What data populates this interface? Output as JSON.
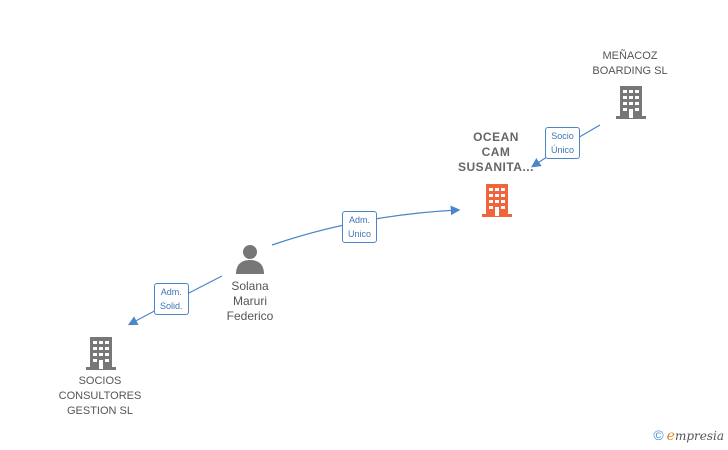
{
  "colors": {
    "edge": "#4a86c8",
    "company": "#777777",
    "main_company": "#f0643c",
    "person": "#777777"
  },
  "nodes": {
    "meñacoz": {
      "lines": [
        "MEÑACOZ",
        "BOARDING  SL"
      ],
      "icon": "building-icon"
    },
    "ocean": {
      "lines": [
        "OCEAN",
        "CAM",
        "SUSANITA..."
      ],
      "icon": "building-icon"
    },
    "solana": {
      "lines": [
        "Solana",
        "Maruri",
        "Federico"
      ],
      "icon": "person-icon"
    },
    "socios": {
      "lines": [
        "SOCIOS",
        "CONSULTORES",
        "GESTION SL"
      ],
      "icon": "building-icon"
    }
  },
  "edges": {
    "socio_unico": {
      "lines": [
        "Socio",
        "Único"
      ]
    },
    "adm_unico": {
      "lines": [
        "Adm.",
        "Unico"
      ]
    },
    "adm_solid": {
      "lines": [
        "Adm.",
        "Solid."
      ]
    }
  },
  "brand": {
    "copyright": "©",
    "e": "e",
    "rest": "mpresia"
  }
}
